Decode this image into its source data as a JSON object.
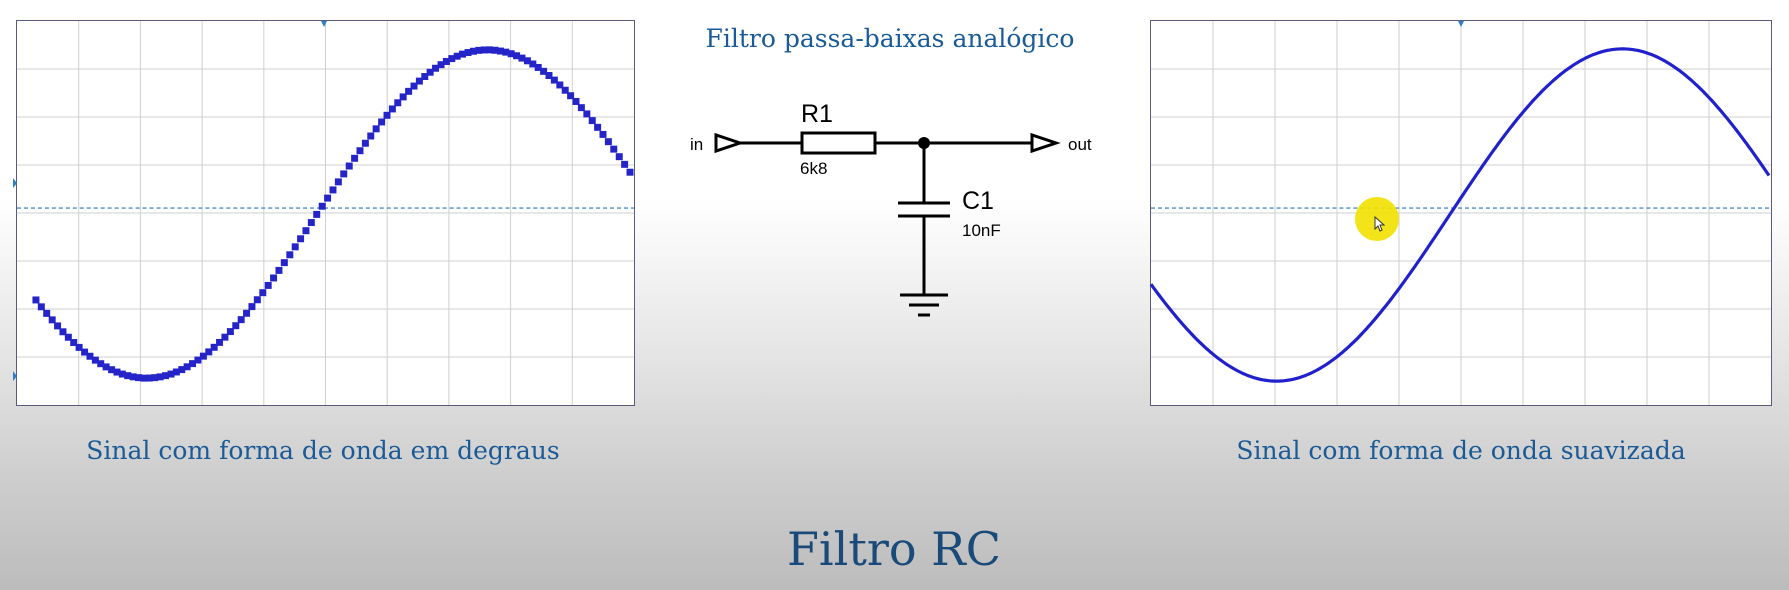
{
  "main_title": "Filtro RC",
  "circuit": {
    "title": "Filtro passa-baixas analógico",
    "input_label": "in",
    "output_label": "out",
    "resistor_name": "R1",
    "resistor_value": "6k8",
    "capacitor_name": "C1",
    "capacitor_value": "10nF"
  },
  "left_scope": {
    "caption": "Sinal com forma de onda em degraus",
    "trace_color": "#2424c8"
  },
  "right_scope": {
    "caption": "Sinal com forma de onda suavizada",
    "trace_color": "#2020cc"
  },
  "colors": {
    "caption": "#1a5a96",
    "grid": "#cfcfcf",
    "center_line": "#4a8ec8",
    "cursor_highlight": "#f2e100"
  }
}
